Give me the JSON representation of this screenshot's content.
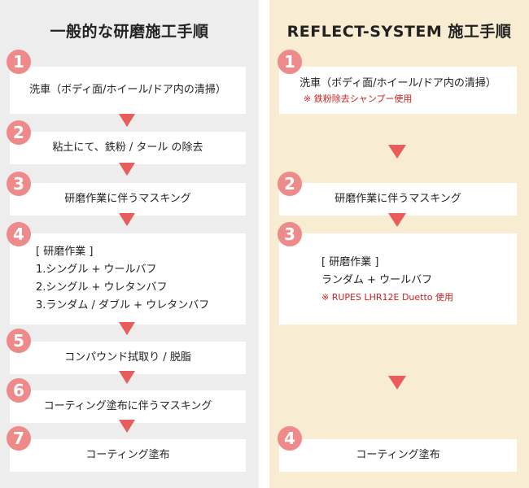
{
  "left": {
    "title": "一般的な研磨施工手順",
    "steps": [
      {
        "num": "1",
        "text": "洗車（ボディ面/ホイール/ドア内の清掃）"
      },
      {
        "num": "2",
        "text": "粘土にて、鉄粉 / タール の除去"
      },
      {
        "num": "3",
        "text": "研磨作業に伴うマスキング"
      },
      {
        "num": "4",
        "heading": "[ 研磨作業 ]",
        "items": [
          "1.シングル + ウールバフ",
          "2.シングル + ウレタンバフ",
          "3.ランダム / ダブル + ウレタンバフ"
        ]
      },
      {
        "num": "5",
        "text": "コンパウンド拭取り / 脱脂"
      },
      {
        "num": "6",
        "text": "コーティング塗布に伴うマスキング"
      },
      {
        "num": "7",
        "text": "コーティング塗布"
      }
    ]
  },
  "right": {
    "title": "REFLECT-SYSTEM 施工手順",
    "steps": [
      {
        "num": "1",
        "text": "洗車（ボディ面/ホイール/ドア内の清掃）",
        "note": "※ 鉄粉除去シャンプー使用"
      },
      {
        "num": "2",
        "text": "研磨作業に伴うマスキング"
      },
      {
        "num": "3",
        "heading": "[ 研磨作業 ]",
        "text": "ランダム + ウールバフ",
        "note": "※ RUPES LHR12E Duetto 使用"
      },
      {
        "num": "4",
        "text": "コーティング塗布"
      }
    ]
  },
  "colors": {
    "left_bg": "#ededed",
    "right_bg": "#f8ecd2",
    "step_number_bg": "#ef8a8a",
    "arrow": "#e95c5c",
    "note_text": "#cc1f1f"
  }
}
